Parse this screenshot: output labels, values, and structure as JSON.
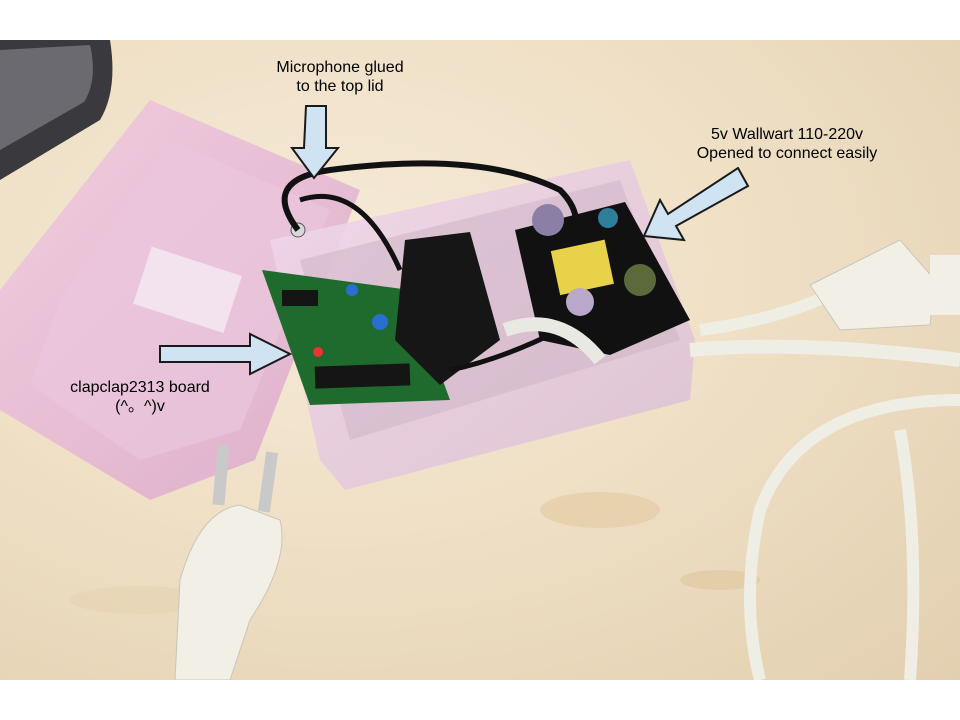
{
  "annotations": {
    "microphone": {
      "line1": "Microphone glued",
      "line2": "to the top lid"
    },
    "wallwart": {
      "line1": "5v Wallwart 110-220v",
      "line2": "Opened to connect easily"
    },
    "board": {
      "line1": "clapclap2313 board",
      "line2": "(^。^)v"
    }
  },
  "colors": {
    "arrow_fill": "#cfe3f3",
    "arrow_stroke": "#1a1a1a",
    "pcb_green": "#1f6b2e",
    "lid_pink": "#e6b8d6",
    "cable_white": "#efeee4"
  }
}
